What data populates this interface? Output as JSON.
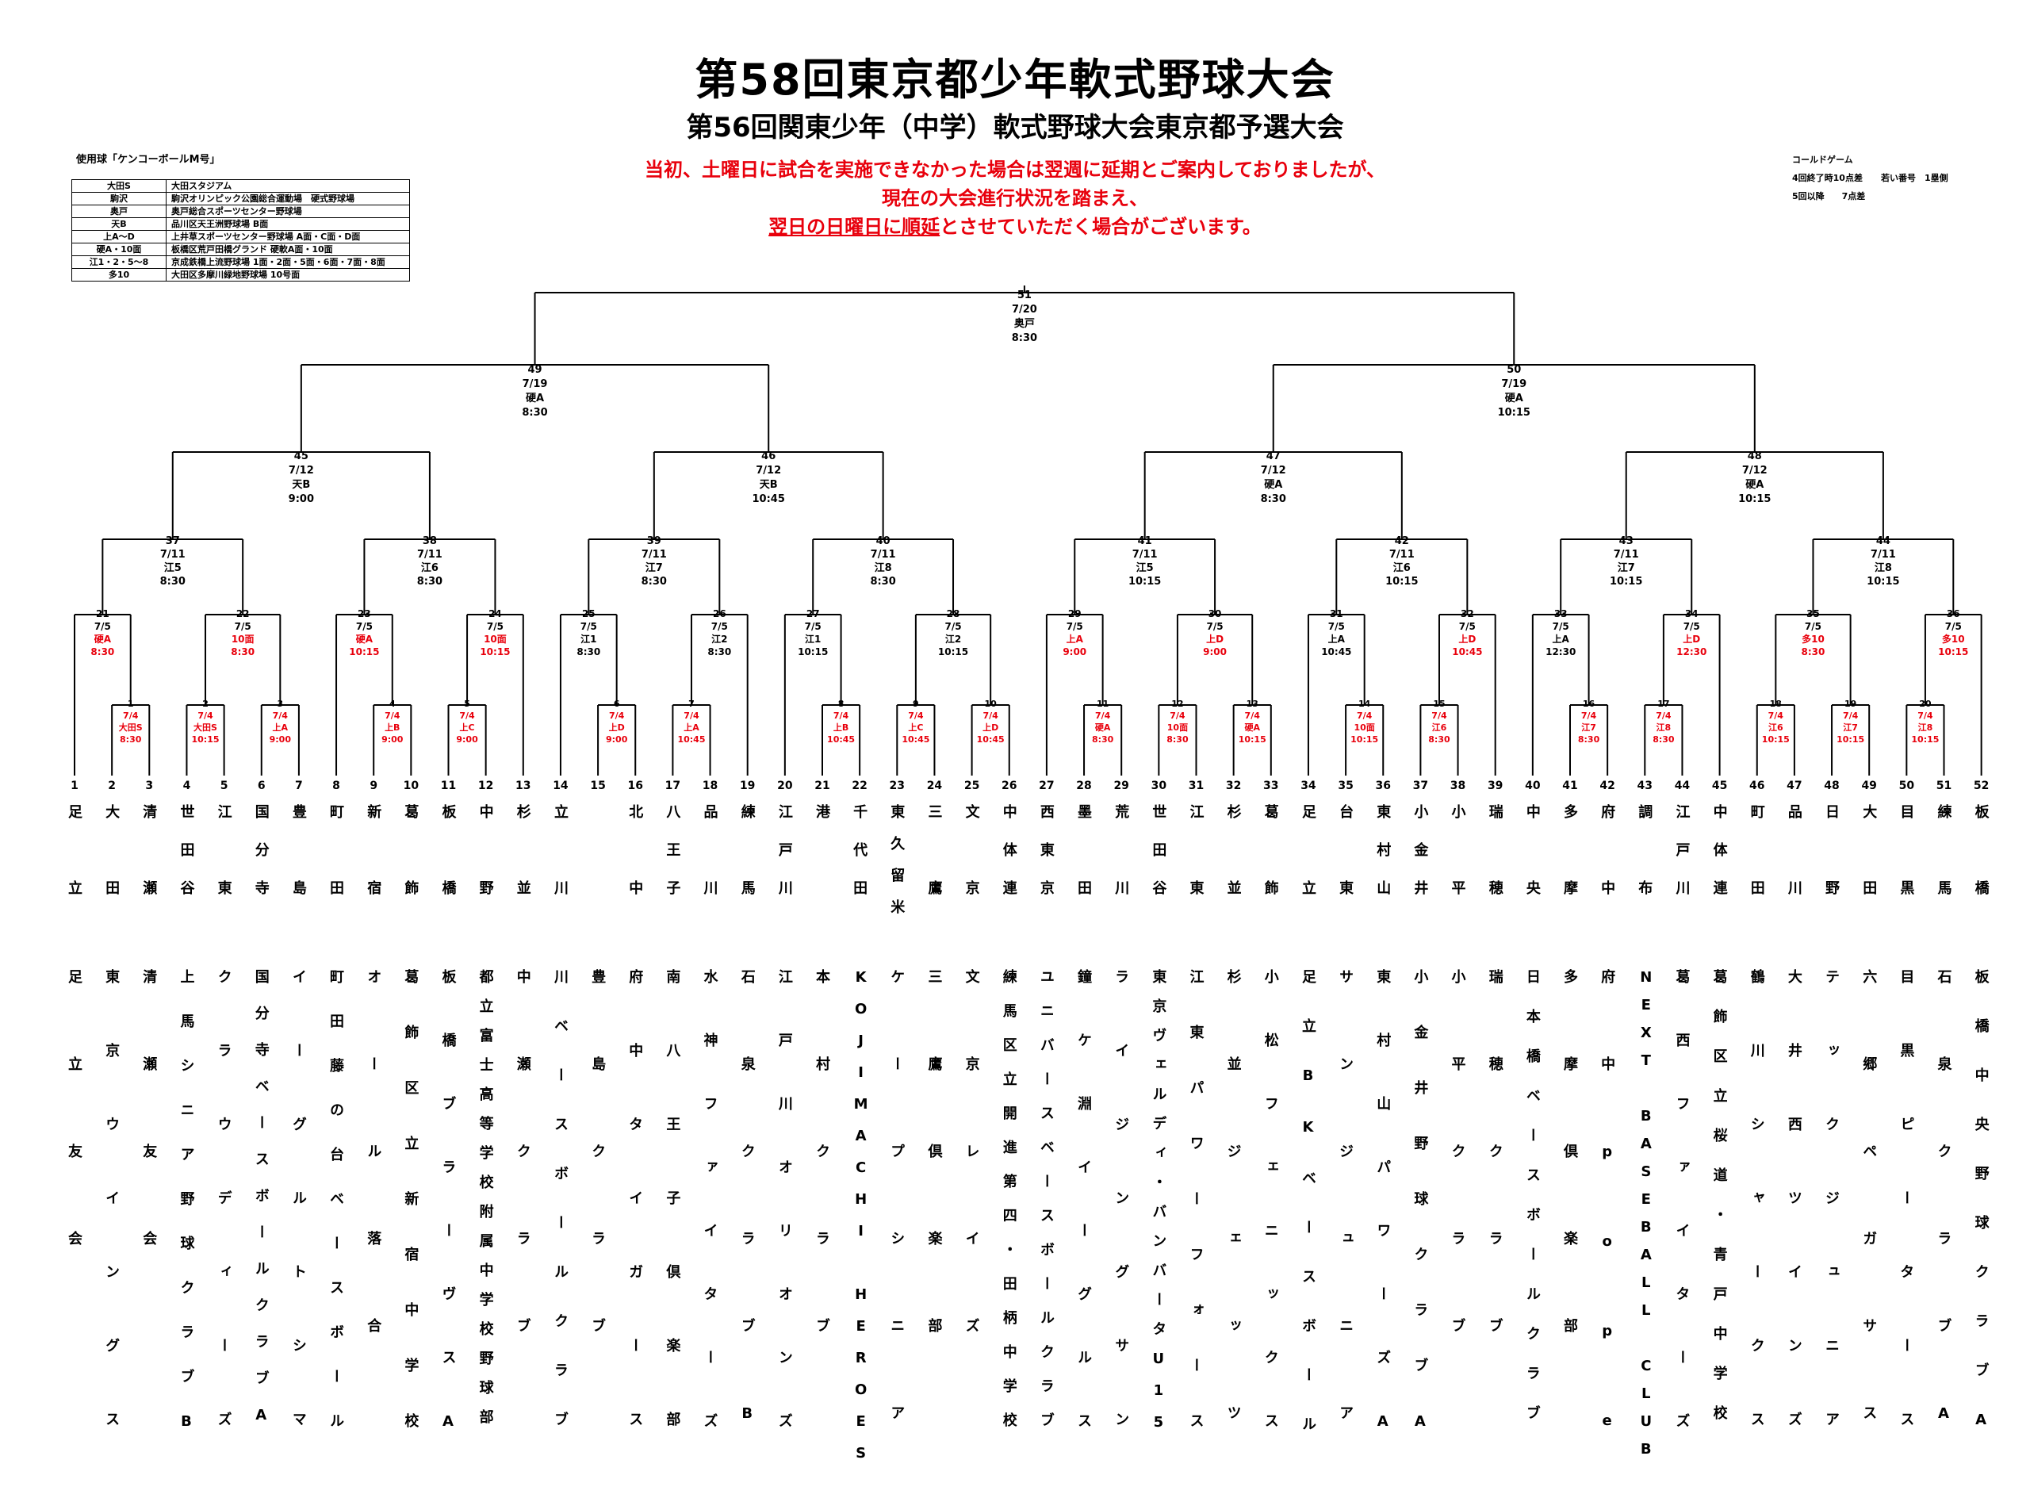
{
  "header": {
    "title": "第58回東京都少年軟式野球大会",
    "subtitle": "第56回関東少年（中学）軟式野球大会東京都予選大会",
    "notice_line1": "当初、土曜日に試合を実施できなかった場合は翌週に延期とご案内しておりましたが、",
    "notice_line2": "現在の大会進行状況を踏まえ、",
    "notice_line3_underlined": "翌日の日曜日に順延",
    "notice_line3_rest": "とさせていただく場合がございます。"
  },
  "ball": "使用球「ケンコーボールM号」",
  "venues": [
    {
      "abbr": "大田S",
      "name": "大田スタジアム"
    },
    {
      "abbr": "駒沢",
      "name": "駒沢オリンピック公園総合運動場　硬式野球場"
    },
    {
      "abbr": "奥戸",
      "name": "奥戸総合スポーツセンター野球場"
    },
    {
      "abbr": "天B",
      "name": "品川区天王洲野球場 B面"
    },
    {
      "abbr": "上A～D",
      "name": "上井草スポーツセンター野球場 A面・C面・D面"
    },
    {
      "abbr": "硬A・10面",
      "name": "板橋区荒戸田橋グランド 硬軟A面・10面"
    },
    {
      "abbr": "江1・2・5～8",
      "name": "京成鉄橋上流野球場 1面・2面・5面・6面・7面・8面"
    },
    {
      "abbr": "多10",
      "name": "大田区多摩川緑地野球場 10号面"
    }
  ],
  "called_game": {
    "title": "コールドゲーム",
    "rule1": "4回終了時10点差",
    "rule1_tiebreak": "若い番号　1塁側",
    "rule2": "5回以降　　7点差"
  },
  "accent_red": "#e8000c",
  "team_numbers": [
    "1",
    "2",
    "3",
    "4",
    "5",
    "6",
    "7",
    "8",
    "9",
    "10",
    "11",
    "12",
    "13",
    "14",
    "15",
    "16",
    "17",
    "18",
    "19",
    "20",
    "21",
    "22",
    "23",
    "24",
    "25",
    "26",
    "27",
    "28",
    "29",
    "30",
    "31",
    "32",
    "33",
    "34",
    "35",
    "36",
    "37",
    "38",
    "39",
    "40",
    "41",
    "42",
    "43",
    "44",
    "45",
    "46",
    "47",
    "48",
    "49",
    "50",
    "51",
    "52"
  ],
  "schools": [
    "足立",
    "大田",
    "清瀬",
    "世田谷",
    "江東",
    "国分寺",
    "豊島",
    "町田",
    "新宿",
    "葛飾",
    "板橋",
    "中野",
    "杉並",
    "立川",
    "",
    "北中",
    "八王子",
    "品川",
    "練馬",
    "江戸川",
    "港",
    "千代田",
    "東久留米",
    "三鷹",
    "文京",
    "中体連",
    "西東京",
    "墨田",
    "荒川",
    "世田谷",
    "江東",
    "杉並",
    "葛飾",
    "足立",
    "台東",
    "東村山",
    "小金井",
    "小平",
    "瑞穂",
    "中央",
    "多摩",
    "府中",
    "調布",
    "江戸川",
    "中体連",
    "町田",
    "品川",
    "日野",
    "大田",
    "目黒",
    "練馬",
    "板橋"
  ],
  "clubs": [
    "足立友会",
    "東京ウイングス",
    "清瀬友会",
    "上馬シニア野球クラブB",
    "クラウディーズ",
    "国分寺ベースボールクラブA",
    "イーグルトシマ",
    "町田藤の台ベースボール",
    "オール落合",
    "葛飾区立新宿中学校",
    "板橋ブラーヴスA",
    "都立富士高等学校附属中学校野球部",
    "中瀬クラブ",
    "川ベースボールクラブ",
    "豊島クラブ",
    "府中タイガース",
    "南八王子倶楽部",
    "水神ファイターズ",
    "石泉クラブB",
    "江戸川オリオンズ",
    "本村クラブ",
    "KOJIMACHI HEROES",
    "ケープシニア",
    "三鷹倶楽部",
    "文京レイズ",
    "練馬区立開進第四・田柄中学校",
    "ユニバースベースボールクラブ",
    "鐘ケ淵イーグルス",
    "ライジングサン",
    "東京ヴェルディ・バンバータU15",
    "江東パワーフォース",
    "杉並ジェッツ",
    "小松フェニックス",
    "足立BKベースボール",
    "サンジュニア",
    "東村山パワーズA",
    "小金井野球クラブA",
    "小平クラブ",
    "瑞穂クラブ",
    "日本橋ベースボールクラブ",
    "多摩倶楽部",
    "府中pope",
    "NEXT BASEBALL CLUB",
    "葛西ファイターズ",
    "葛飾区立桜道・青戸中学校",
    "鶴川シャークス",
    "大井西ツインズ",
    "テックジュニア",
    "六郷ペガサス",
    "目黒ピータース",
    "石泉クラブA",
    "板橋中央野球クラブA"
  ],
  "round1": [
    {
      "no": "1",
      "date": "7/4",
      "venue": "大田S",
      "time": "8:30"
    },
    {
      "no": "2",
      "date": "7/4",
      "venue": "大田S",
      "time": "10:15"
    },
    {
      "no": "3",
      "date": "7/4",
      "venue": "上A",
      "time": "9:00"
    },
    {
      "no": "4",
      "date": "7/4",
      "venue": "上B",
      "time": "9:00"
    },
    {
      "no": "5",
      "date": "7/4",
      "venue": "上C",
      "time": "9:00"
    },
    {
      "no": "6",
      "date": "7/4",
      "venue": "上D",
      "time": "9:00"
    },
    {
      "no": "7",
      "date": "7/4",
      "venue": "上A",
      "time": "10:45"
    },
    {
      "no": "8",
      "date": "7/4",
      "venue": "上B",
      "time": "10:45"
    },
    {
      "no": "9",
      "date": "7/4",
      "venue": "上C",
      "time": "10:45"
    },
    {
      "no": "10",
      "date": "7/4",
      "venue": "上D",
      "time": "10:45"
    },
    {
      "no": "11",
      "date": "7/4",
      "venue": "硬A",
      "time": "8:30"
    },
    {
      "no": "12",
      "date": "7/4",
      "venue": "10面",
      "time": "8:30"
    },
    {
      "no": "13",
      "date": "7/4",
      "venue": "硬A",
      "time": "10:15"
    },
    {
      "no": "14",
      "date": "7/4",
      "venue": "10面",
      "time": "10:15"
    },
    {
      "no": "15",
      "date": "7/4",
      "venue": "江6",
      "time": "8:30"
    },
    {
      "no": "16",
      "date": "7/4",
      "venue": "江7",
      "time": "8:30"
    },
    {
      "no": "17",
      "date": "7/4",
      "venue": "江8",
      "time": "8:30"
    },
    {
      "no": "18",
      "date": "7/4",
      "venue": "江6",
      "time": "10:15"
    },
    {
      "no": "19",
      "date": "7/4",
      "venue": "江7",
      "time": "10:15"
    },
    {
      "no": "20",
      "date": "7/4",
      "venue": "江8",
      "time": "10:15"
    }
  ],
  "round2": [
    {
      "no": "21",
      "date": "7/5",
      "venue": "硬A",
      "time": "8:30",
      "red": true
    },
    {
      "no": "22",
      "date": "7/5",
      "venue": "10面",
      "time": "8:30",
      "red": true
    },
    {
      "no": "23",
      "date": "7/5",
      "venue": "硬A",
      "time": "10:15",
      "red": true
    },
    {
      "no": "24",
      "date": "7/5",
      "venue": "10面",
      "time": "10:15",
      "red": true
    },
    {
      "no": "25",
      "date": "7/5",
      "venue": "江1",
      "time": "8:30",
      "red": false
    },
    {
      "no": "26",
      "date": "7/5",
      "venue": "江2",
      "time": "8:30",
      "red": false
    },
    {
      "no": "27",
      "date": "7/5",
      "venue": "江1",
      "time": "10:15",
      "red": false
    },
    {
      "no": "28",
      "date": "7/5",
      "venue": "江2",
      "time": "10:15",
      "red": false
    },
    {
      "no": "29",
      "date": "7/5",
      "venue": "上A",
      "time": "9:00",
      "red": true
    },
    {
      "no": "30",
      "date": "7/5",
      "venue": "上D",
      "time": "9:00",
      "red": true
    },
    {
      "no": "31",
      "date": "7/5",
      "venue": "上A",
      "time": "10:45",
      "red": false
    },
    {
      "no": "32",
      "date": "7/5",
      "venue": "上D",
      "time": "10:45",
      "red": true
    },
    {
      "no": "33",
      "date": "7/5",
      "venue": "上A",
      "time": "12:30",
      "red": false
    },
    {
      "no": "34",
      "date": "7/5",
      "venue": "上D",
      "time": "12:30",
      "red": true
    },
    {
      "no": "35",
      "date": "7/5",
      "venue": "多10",
      "time": "8:30",
      "red": true
    },
    {
      "no": "36",
      "date": "7/5",
      "venue": "多10",
      "time": "10:15",
      "red": true
    }
  ],
  "round3": [
    {
      "no": "37",
      "date": "7/11",
      "venue": "江5",
      "time": "8:30"
    },
    {
      "no": "38",
      "date": "7/11",
      "venue": "江6",
      "time": "8:30"
    },
    {
      "no": "39",
      "date": "7/11",
      "venue": "江7",
      "time": "8:30"
    },
    {
      "no": "40",
      "date": "7/11",
      "venue": "江8",
      "time": "8:30"
    },
    {
      "no": "41",
      "date": "7/11",
      "venue": "江5",
      "time": "10:15"
    },
    {
      "no": "42",
      "date": "7/11",
      "venue": "江6",
      "time": "10:15"
    },
    {
      "no": "43",
      "date": "7/11",
      "venue": "江7",
      "time": "10:15"
    },
    {
      "no": "44",
      "date": "7/11",
      "venue": "江8",
      "time": "10:15"
    }
  ],
  "round4": [
    {
      "no": "45",
      "date": "7/12",
      "venue": "天B",
      "time": "9:00"
    },
    {
      "no": "46",
      "date": "7/12",
      "venue": "天B",
      "time": "10:45"
    },
    {
      "no": "47",
      "date": "7/12",
      "venue": "硬A",
      "time": "8:30"
    },
    {
      "no": "48",
      "date": "7/12",
      "venue": "硬A",
      "time": "10:15"
    }
  ],
  "semis": [
    {
      "no": "49",
      "date": "7/19",
      "venue": "硬A",
      "time": "8:30"
    },
    {
      "no": "50",
      "date": "7/19",
      "venue": "硬A",
      "time": "10:15"
    }
  ],
  "final": {
    "no": "51",
    "date": "7/20",
    "venue": "奥戸",
    "time": "8:30"
  }
}
